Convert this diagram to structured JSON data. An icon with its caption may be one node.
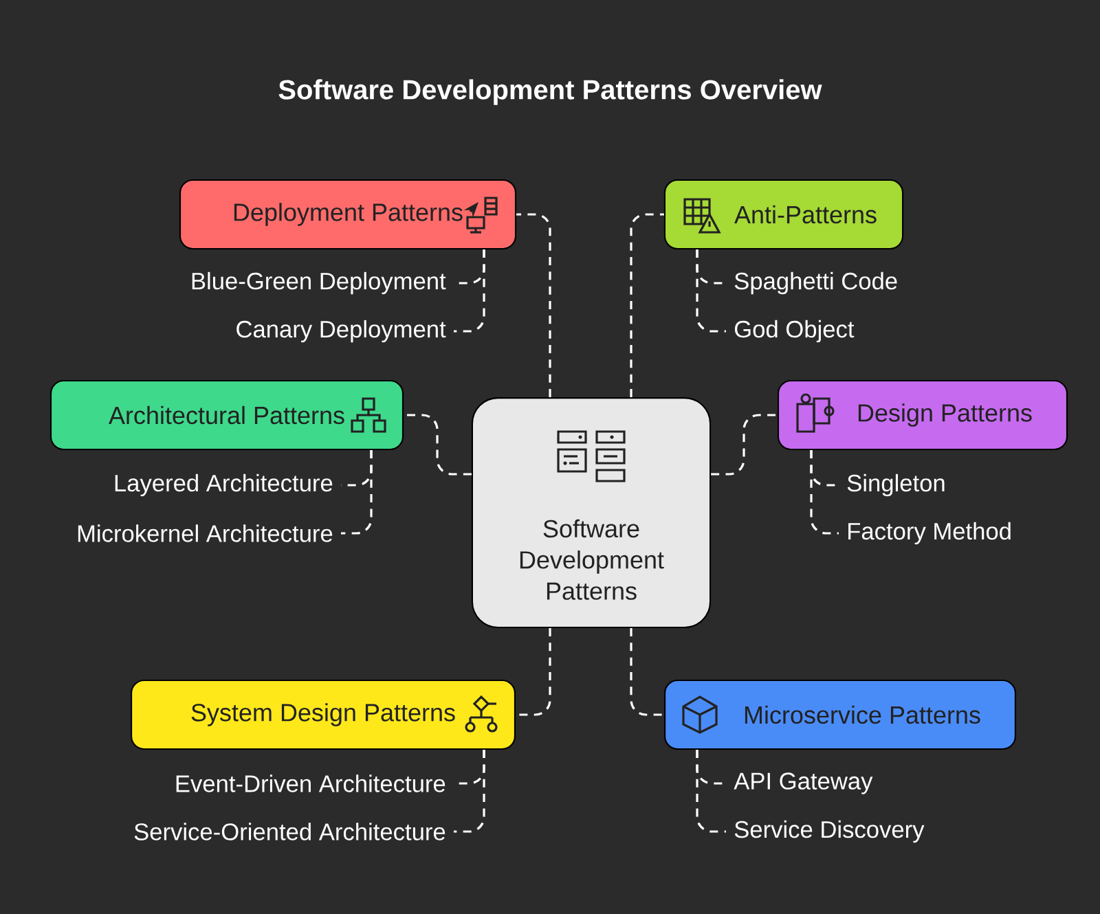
{
  "diagram": {
    "title": "Software Development Patterns Overview",
    "nodes": [
      {
        "text": [
          "Software Development Patterns"
        ]
      },
      {
        "text": [
          "Deployment Patterns"
        ]
      },
      {
        "text": [
          "Blue-Green Deployment"
        ]
      },
      {
        "text": [
          "Canary Deployment"
        ]
      },
      {
        "text": [
          "Anti-Patterns"
        ]
      },
      {
        "text": [
          "Spaghetti Code"
        ]
      },
      {
        "text": [
          "God Object"
        ]
      },
      {
        "text": [
          "Architectural Patterns"
        ]
      },
      {
        "text": [
          "Layered Architecture"
        ]
      },
      {
        "text": [
          "Microkernel Architecture"
        ]
      },
      {
        "text": [
          "Design Patterns"
        ]
      },
      {
        "text": [
          "Singleton"
        ]
      },
      {
        "text": [
          "Factory Method"
        ]
      },
      {
        "text": [
          "System Design Patterns"
        ]
      },
      {
        "text": [
          "Event-Driven Architecture"
        ]
      },
      {
        "text": [
          "Service-Oriented Architecture"
        ]
      },
      {
        "text": [
          "Microservice Patterns"
        ]
      },
      {
        "text": [
          "API Gateway"
        ]
      },
      {
        "text": [
          "Service Discovery"
        ]
      }
    ],
    "edges": [
      {
        "from": 0,
        "to": 1,
        "arrow": "none",
        "style": "dashed"
      },
      {
        "from": 0,
        "to": 4,
        "arrow": "none",
        "style": "dashed"
      },
      {
        "from": 0,
        "to": 7,
        "arrow": "none",
        "style": "dashed"
      },
      {
        "from": 0,
        "to": 10,
        "arrow": "none",
        "style": "dashed"
      },
      {
        "from": 0,
        "to": 13,
        "arrow": "none",
        "style": "dashed"
      },
      {
        "from": 0,
        "to": 16,
        "arrow": "none",
        "style": "dashed"
      },
      {
        "from": 1,
        "to": 2,
        "arrow": "none",
        "style": "dashed"
      },
      {
        "from": 1,
        "to": 3,
        "arrow": "none",
        "style": "dashed"
      },
      {
        "from": 4,
        "to": 5,
        "arrow": "none",
        "style": "dashed"
      },
      {
        "from": 4,
        "to": 6,
        "arrow": "none",
        "style": "dashed"
      },
      {
        "from": 7,
        "to": 8,
        "arrow": "none",
        "style": "dashed"
      },
      {
        "from": 7,
        "to": 9,
        "arrow": "none",
        "style": "dashed"
      },
      {
        "from": 10,
        "to": 11,
        "arrow": "none",
        "style": "dashed"
      },
      {
        "from": 10,
        "to": 12,
        "arrow": "none",
        "style": "dashed"
      },
      {
        "from": 13,
        "to": 14,
        "arrow": "none",
        "style": "dashed"
      },
      {
        "from": 13,
        "to": 15,
        "arrow": "none",
        "style": "dashed"
      },
      {
        "from": 16,
        "to": 17,
        "arrow": "none",
        "style": "dashed"
      },
      {
        "from": 16,
        "to": 18,
        "arrow": "none",
        "style": "dashed"
      }
    ]
  }
}
